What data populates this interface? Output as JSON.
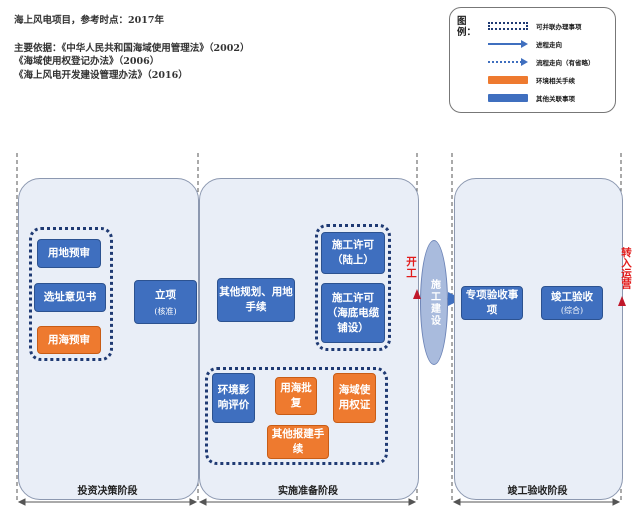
{
  "header": {
    "title": "海上风电项目，参考时点：2017年",
    "basis_line1": "主要依据：《中华人民共和国海域使用管理法》（2002）",
    "basis_line2": "《海域使用权登记办法》（2006）",
    "basis_line3": "《海上风电开发建设管理办法》（2016）"
  },
  "legend": {
    "title": "图例：",
    "items": [
      {
        "label": "可并联办理事项",
        "swatch": "dotted-box"
      },
      {
        "label": "进程走向",
        "swatch": "arrow"
      },
      {
        "label": "流程走向（有省略）",
        "swatch": "dotted-arrow"
      },
      {
        "label": "环境相关手续",
        "swatch": "orange"
      },
      {
        "label": "其他关联事项",
        "swatch": "blue"
      }
    ]
  },
  "colors": {
    "blue": "#3f6fbf",
    "orange": "#ee7a2f",
    "dotted_border": "#1f3a73",
    "stage_fill": "#e9eef7",
    "red": "#e21b1b"
  },
  "stages": {
    "stage1": "投资决策阶段",
    "stage2": "实施准备阶段",
    "stage3": "竣工验收阶段"
  },
  "boxes": {
    "land_pre_review": "用地预审",
    "site_selection": "选址意见书",
    "sea_pre_review": "用海预审",
    "project_approval": "立项",
    "project_approval_note": "(核准)",
    "other_planning": "其他规划、用地手续",
    "construction_permit_land": "施工许可（陆上）",
    "construction_permit_sea": "施工许可（海底电缆铺设）",
    "env_assessment": "环境影响评价",
    "sea_use_approval": "用海批复",
    "sea_right_certificate": "海域使用权证",
    "other_reporting": "其他报建手续",
    "construction": "施工建设",
    "special_acceptance": "专项验收事项",
    "completion_acceptance": "竣工验收",
    "completion_acceptance_note": "(综合)"
  },
  "markers": {
    "start_work": "开工",
    "operation": "转入运营"
  }
}
